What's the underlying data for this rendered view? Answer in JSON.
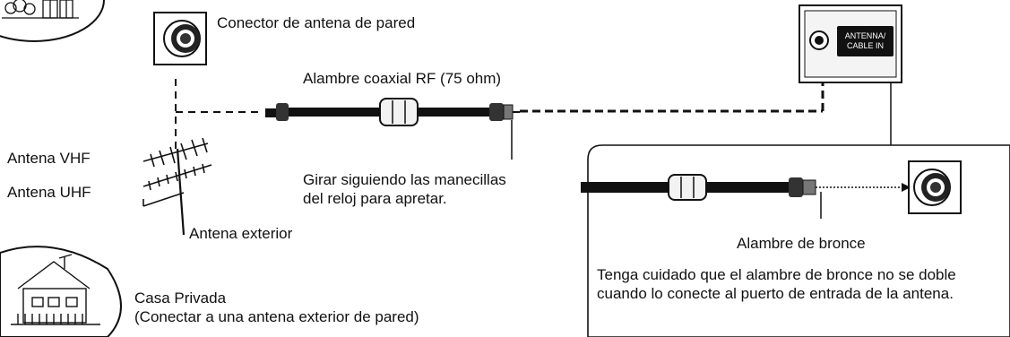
{
  "labels": {
    "wall_connector": "Conector de antena de pared",
    "coax_cable": "Alambre coaxial RF (75 ohm)",
    "vhf_antenna": "Antena VHF",
    "uhf_antenna": "Antena UHF",
    "tighten_line1": "Girar siguiendo las manecillas",
    "tighten_line2": "del reloj para apretar.",
    "outdoor_antenna": "Antena exterior",
    "private_house": "Casa Privada",
    "private_house_note": "(Conectar a una antena exterior de pared)",
    "tv_port": "ANTENNA/ CABLE IN",
    "copper_wire": "Alambre de bronce",
    "caution_note": "Tenga cuidado que el alambre de bronce no se doble cuando lo conecte al puerto de entrada de la antena."
  },
  "colors": {
    "ink": "#111111",
    "background": "#ffffff",
    "panel_bg": "#f4f4f4"
  }
}
